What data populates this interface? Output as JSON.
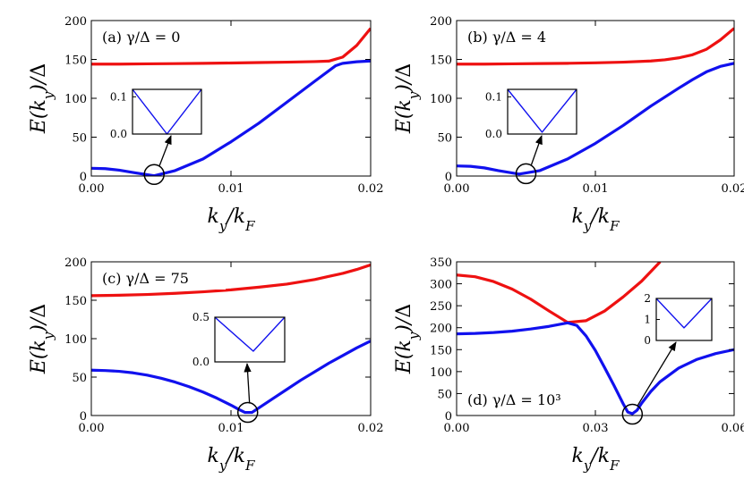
{
  "colors": {
    "upper_band": "#ee1111",
    "lower_band": "#1111ee"
  },
  "chart_data": [
    {
      "type": "line",
      "panel_label": "(a) γ/Δ = 0",
      "xlabel": "k_y/k_F",
      "ylabel": "E(k_y)/Δ",
      "xlim": [
        0,
        0.02
      ],
      "ylim": [
        0,
        200
      ],
      "xticks": [
        0,
        0.01,
        0.02
      ],
      "xtick_labels": [
        "0.00",
        "0.01",
        "0.02"
      ],
      "yticks": [
        0,
        50,
        100,
        150,
        200
      ],
      "ytick_labels": [
        "0",
        "50",
        "100",
        "150",
        "200"
      ],
      "series": [
        {
          "color": "red",
          "x": [
            0,
            0.002,
            0.004,
            0.006,
            0.008,
            0.01,
            0.012,
            0.014,
            0.016,
            0.017,
            0.018,
            0.019,
            0.02
          ],
          "y": [
            144,
            144,
            144.3,
            144.6,
            145,
            145.4,
            146,
            146.5,
            147.2,
            147.8,
            153,
            168,
            190
          ]
        },
        {
          "color": "blue",
          "x": [
            0,
            0.001,
            0.002,
            0.003,
            0.0045,
            0.006,
            0.008,
            0.01,
            0.012,
            0.014,
            0.016,
            0.0175,
            0.018,
            0.019,
            0.02
          ],
          "y": [
            10,
            9.5,
            7.5,
            4.5,
            0.3,
            7,
            22,
            44,
            68,
            95,
            122,
            142,
            145,
            147,
            148
          ]
        }
      ],
      "inset": {
        "ylim": [
          0,
          0.12
        ],
        "yticks": [
          0,
          0.1
        ],
        "ytick_labels": [
          "0.0",
          "0.1"
        ],
        "x": [
          0,
          0.5,
          1
        ],
        "y": [
          0.12,
          0.0,
          0.12
        ]
      },
      "circle_x": 0.0045,
      "circle_y": 2
    },
    {
      "type": "line",
      "panel_label": "(b) γ/Δ = 4",
      "xlabel": "k_y/k_F",
      "ylabel": "E(k_y)/Δ",
      "xlim": [
        0,
        0.02
      ],
      "ylim": [
        0,
        200
      ],
      "xticks": [
        0,
        0.01,
        0.02
      ],
      "xtick_labels": [
        "0.00",
        "0.01",
        "0.02"
      ],
      "yticks": [
        0,
        50,
        100,
        150,
        200
      ],
      "ytick_labels": [
        "0",
        "50",
        "100",
        "150",
        "200"
      ],
      "series": [
        {
          "color": "red",
          "x": [
            0,
            0.002,
            0.004,
            0.006,
            0.008,
            0.01,
            0.012,
            0.014,
            0.015,
            0.016,
            0.017,
            0.018,
            0.019,
            0.02
          ],
          "y": [
            144,
            144,
            144.3,
            144.7,
            145,
            145.6,
            146.5,
            148,
            149.5,
            152,
            156,
            163,
            175,
            190
          ]
        },
        {
          "color": "blue",
          "x": [
            0,
            0.001,
            0.002,
            0.003,
            0.0045,
            0.006,
            0.008,
            0.01,
            0.012,
            0.014,
            0.016,
            0.017,
            0.018,
            0.019,
            0.02
          ],
          "y": [
            13,
            12.5,
            10.5,
            7,
            2.5,
            7,
            22,
            42,
            65,
            90,
            113,
            124,
            134,
            141,
            145
          ]
        }
      ],
      "inset": {
        "ylim": [
          0,
          0.12
        ],
        "yticks": [
          0,
          0.1
        ],
        "ytick_labels": [
          "0.0",
          "0.1"
        ],
        "x": [
          0,
          0.5,
          1
        ],
        "y": [
          0.12,
          0.005,
          0.12
        ]
      },
      "circle_x": 0.005,
      "circle_y": 3
    },
    {
      "type": "line",
      "panel_label": "(c) γ/Δ = 75",
      "xlabel": "k_y/k_F",
      "ylabel": "E(k_y)/Δ",
      "xlim": [
        0,
        0.02
      ],
      "ylim": [
        0,
        200
      ],
      "xticks": [
        0,
        0.01,
        0.02
      ],
      "xtick_labels": [
        "0.00",
        "0.01",
        "0.02"
      ],
      "yticks": [
        0,
        50,
        100,
        150,
        200
      ],
      "ytick_labels": [
        "0",
        "50",
        "100",
        "150",
        "200"
      ],
      "series": [
        {
          "color": "red",
          "x": [
            0,
            0.002,
            0.004,
            0.006,
            0.008,
            0.01,
            0.012,
            0.014,
            0.016,
            0.017,
            0.018,
            0.019,
            0.02
          ],
          "y": [
            156,
            156.5,
            157.5,
            159,
            161,
            163.5,
            167,
            171,
            177,
            181,
            185,
            190,
            196
          ]
        },
        {
          "color": "blue",
          "x": [
            0,
            0.001,
            0.002,
            0.003,
            0.004,
            0.005,
            0.006,
            0.007,
            0.008,
            0.009,
            0.01,
            0.0105,
            0.011,
            0.0115,
            0.012,
            0.013,
            0.014,
            0.015,
            0.016,
            0.017,
            0.018,
            0.019,
            0.02
          ],
          "y": [
            59,
            58.5,
            57.5,
            55.5,
            52.5,
            48.5,
            43.5,
            37.5,
            30.5,
            22.5,
            13.5,
            8.5,
            4,
            4,
            10,
            22,
            34,
            46,
            57,
            68,
            78,
            88,
            97
          ]
        }
      ],
      "inset": {
        "ylim": [
          0,
          0.5
        ],
        "yticks": [
          0,
          0.5
        ],
        "ytick_labels": [
          "0.0",
          "0.5"
        ],
        "x": [
          0,
          0.55,
          1
        ],
        "y": [
          0.5,
          0.12,
          0.5
        ]
      },
      "circle_x": 0.0112,
      "circle_y": 4
    },
    {
      "type": "line",
      "panel_label": "(d) γ/Δ = 10³",
      "xlabel": "k_y/k_F",
      "ylabel": "E(k_y)/Δ",
      "xlim": [
        0,
        0.06
      ],
      "ylim": [
        0,
        350
      ],
      "xticks": [
        0,
        0.03,
        0.06
      ],
      "xtick_labels": [
        "0.00",
        "0.03",
        "0.06"
      ],
      "yticks": [
        0,
        50,
        100,
        150,
        200,
        250,
        300,
        350
      ],
      "ytick_labels": [
        "0",
        "50",
        "100",
        "150",
        "200",
        "250",
        "300",
        "350"
      ],
      "series": [
        {
          "color": "red",
          "x": [
            0,
            0.004,
            0.008,
            0.012,
            0.016,
            0.02,
            0.024,
            0.028,
            0.032,
            0.036,
            0.04,
            0.044
          ],
          "y": [
            320,
            316,
            305,
            288,
            265,
            238,
            212,
            216,
            238,
            270,
            306,
            350
          ]
        },
        {
          "color": "blue",
          "x": [
            0,
            0.004,
            0.008,
            0.012,
            0.016,
            0.02,
            0.024,
            0.026,
            0.028,
            0.03,
            0.032,
            0.034,
            0.036,
            0.037,
            0.038,
            0.039,
            0.04,
            0.042,
            0.044,
            0.048,
            0.052,
            0.056,
            0.06
          ],
          "y": [
            186,
            187,
            189,
            192,
            197,
            203,
            211,
            205,
            181,
            148,
            109,
            69,
            27,
            8,
            4,
            12,
            28,
            55,
            77,
            108,
            128,
            141,
            150
          ]
        }
      ],
      "inset": {
        "ylim": [
          0,
          2
        ],
        "yticks": [
          0,
          1,
          2
        ],
        "ytick_labels": [
          "0",
          "1",
          "2"
        ],
        "x": [
          0,
          0.5,
          1
        ],
        "y": [
          2,
          0.6,
          2
        ]
      },
      "circle_x": 0.038,
      "circle_y": 3
    }
  ]
}
